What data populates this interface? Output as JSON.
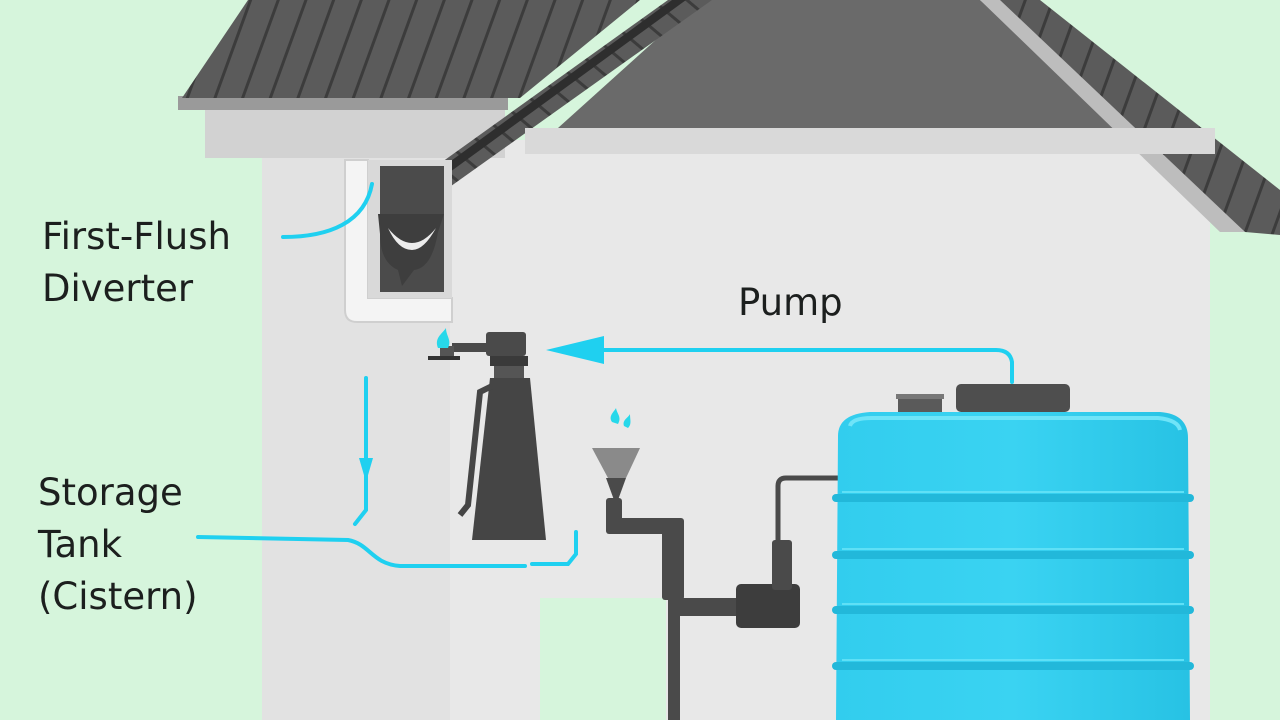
{
  "colors": {
    "background": "#d6f5dc",
    "house_wall": "#e6e6e6",
    "roof": "#5e5e5e",
    "roof_trim": "#3a3a3a",
    "flow_arrow": "#1fd0f0",
    "tank": "#2ec9ea",
    "equipment": "#444444",
    "label_text": "#1c1f1e"
  },
  "labels": {
    "first_flush": [
      "First-Flush",
      "Diverter"
    ],
    "pump": "Pump",
    "storage_tank": [
      "Storage",
      "Tank",
      "(Cistern)"
    ]
  },
  "icons": [
    "gutter-icon",
    "downspout-icon",
    "flow-arrow-icon",
    "pump-icon",
    "filter-funnel-icon",
    "pipe-icon",
    "water-tank-icon"
  ]
}
